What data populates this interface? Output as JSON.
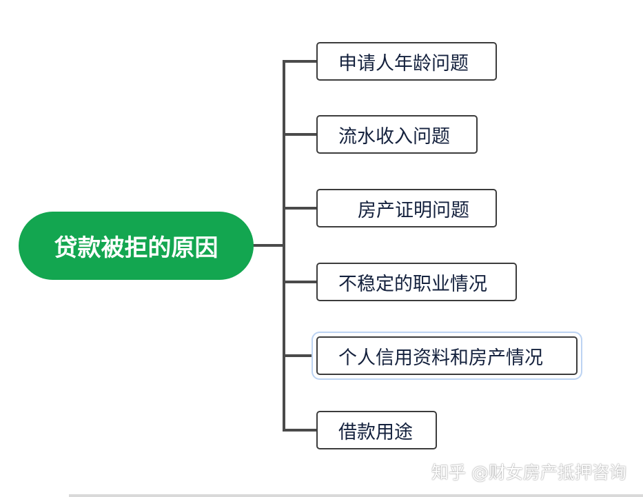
{
  "root": {
    "label": "贷款被拒的原因",
    "color": "#13a650"
  },
  "branches": [
    {
      "label": "申请人年龄问题"
    },
    {
      "label": "流水收入问题"
    },
    {
      "label": "房产证明问题"
    },
    {
      "label": "不稳定的职业情况"
    },
    {
      "label": "个人信用资料和房产情况"
    },
    {
      "label": "借款用途"
    }
  ],
  "watermark": "知乎 @财女房产抵押咨询",
  "colors": {
    "connector": "#4a4a4a",
    "text": "#14213d",
    "selection": "#bcd3f2"
  }
}
